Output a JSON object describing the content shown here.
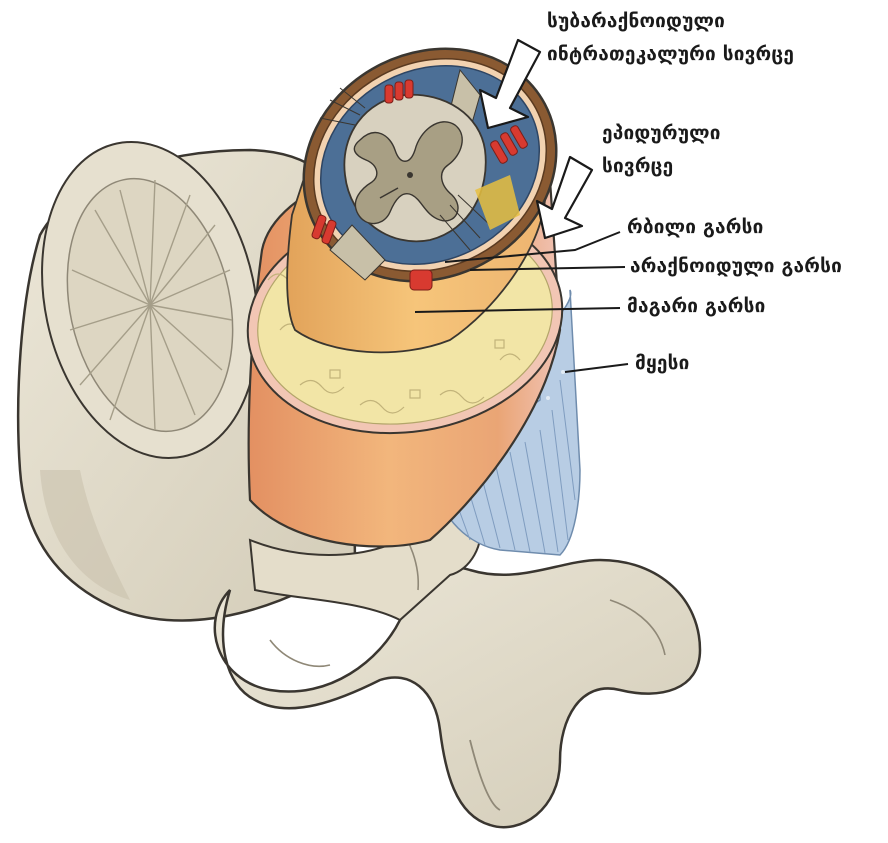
{
  "labels": {
    "subarachnoid_line1": "სუბარაქნოიდული",
    "subarachnoid_line2": "ინტრათეკალური სივრცე",
    "epidural_line1": "ეპიდურული",
    "epidural_line2": "სივრცე",
    "pia": "რბილი გარსი",
    "arachnoid": "არაქნოიდული გარსი",
    "dura": "მაგარი გარსი",
    "ligament": "მყესი"
  },
  "colors": {
    "bone": "#e2dccb",
    "bone_shadow": "#b9b29d",
    "bone_outline": "#3a3630",
    "dura_outer": "#e8a574",
    "dura_highlight": "#f3c48a",
    "dura_pink": "#f2c6b4",
    "fat": "#f2e5a6",
    "csf": "#4c6f96",
    "cord_white": "#d8d1bf",
    "cord_grey": "#a89f84",
    "root_red": "#d83a30",
    "ligament_blue": "#b8cde4",
    "arrow_fill": "#ffffff"
  }
}
